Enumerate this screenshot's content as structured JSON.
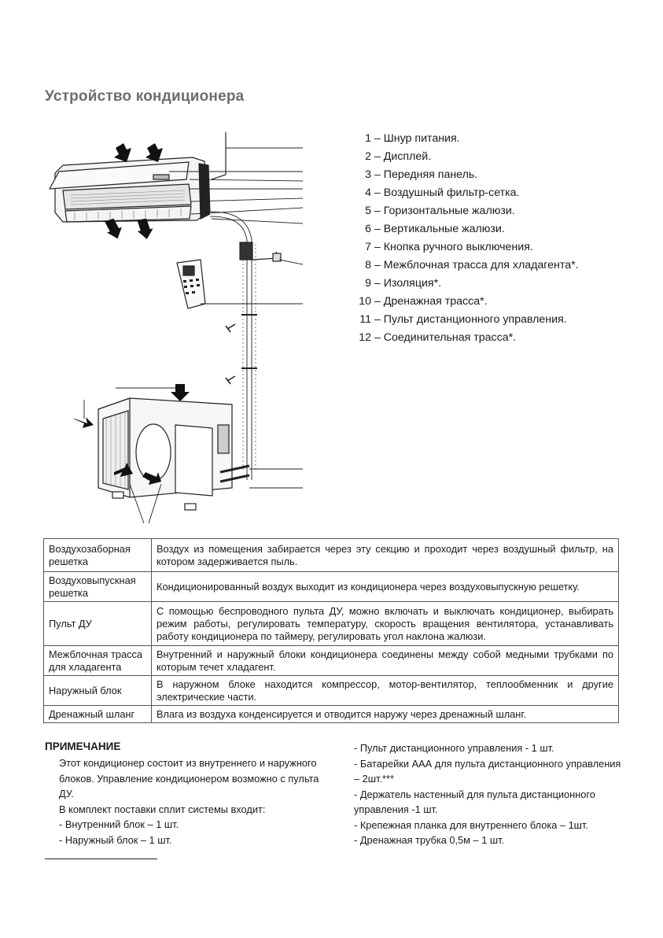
{
  "page": {
    "title": "Устройство кондиционера"
  },
  "legend": [
    {
      "num": "1",
      "text": "– Шнур питания."
    },
    {
      "num": "2",
      "text": "– Дисплей."
    },
    {
      "num": "3",
      "text": "– Передняя панель."
    },
    {
      "num": "4",
      "text": "– Воздушный фильтр-сетка."
    },
    {
      "num": "5",
      "text": "– Горизонтальные жалюзи."
    },
    {
      "num": "6",
      "text": "– Вертикальные жалюзи."
    },
    {
      "num": "7",
      "text": "– Кнопка ручного выключения."
    },
    {
      "num": "8",
      "text": "– Межблочная трасса для хладагента*."
    },
    {
      "num": "9",
      "text": "– Изоляция*."
    },
    {
      "num": "10",
      "text": "– Дренажная трасса*."
    },
    {
      "num": "11",
      "text": "– Пульт дистанционного управления."
    },
    {
      "num": "12",
      "text": "– Соединительная трасса*."
    }
  ],
  "table": {
    "rows": [
      {
        "term": "Воздухозаборная решетка",
        "def": "Воздух из помещения забирается через эту секцию и проходит через воздушный фильтр, на котором задерживается пыль."
      },
      {
        "term": "Воздуховыпускная решетка",
        "def": "Кондиционированный воздух выходит из кондиционера через воздуховыпускную решетку."
      },
      {
        "term": "Пульт ДУ",
        "def": "С помощью беспроводного пульта ДУ, можно включать и выключать кондиционер, выбирать режим работы, регулировать температуру, скорость вращения вентилятора, устанавливать работу кондиционера по таймеру, регулировать угол наклона жалюзи."
      },
      {
        "term": "Межблочная трасса для хладагента",
        "def": "Внутренний и наружный блоки кондиционера соединены между собой медными трубками по которым течет хладагент."
      },
      {
        "term": "Наружный блок",
        "def": "В наружном блоке находится компрессор, мотор-вентилятор, теплообменник и другие электрические части."
      },
      {
        "term": "Дренажный шланг",
        "def": "Влага из воздуха конденсируется и отводится наружу через дренажный шланг."
      }
    ]
  },
  "note": {
    "heading": "ПРИМЕЧАНИЕ",
    "left_lines": [
      "Этот кондиционер состоит из внутреннего и наружного блоков. Управление кондиционером возможно с пульта ДУ.",
      "В комплект поставки сплит системы входит:",
      "- Внутренний блок – 1 шт.",
      "- Наружный блок – 1 шт."
    ],
    "right_lines": [
      "- Пульт дистанционного управления  - 1 шт.",
      "- Батарейки ААА для пульта дистанционного управления – 2шт.***",
      "- Держатель настенный для пульта дистанционного управления -1 шт.",
      "- Крепежная планка для внутреннего блока – 1шт.",
      "- Дренажная трубка 0,5м – 1 шт."
    ]
  },
  "icons": {
    "diagram": "air-conditioner-diagram",
    "arrows": "airflow-arrow-icon"
  }
}
